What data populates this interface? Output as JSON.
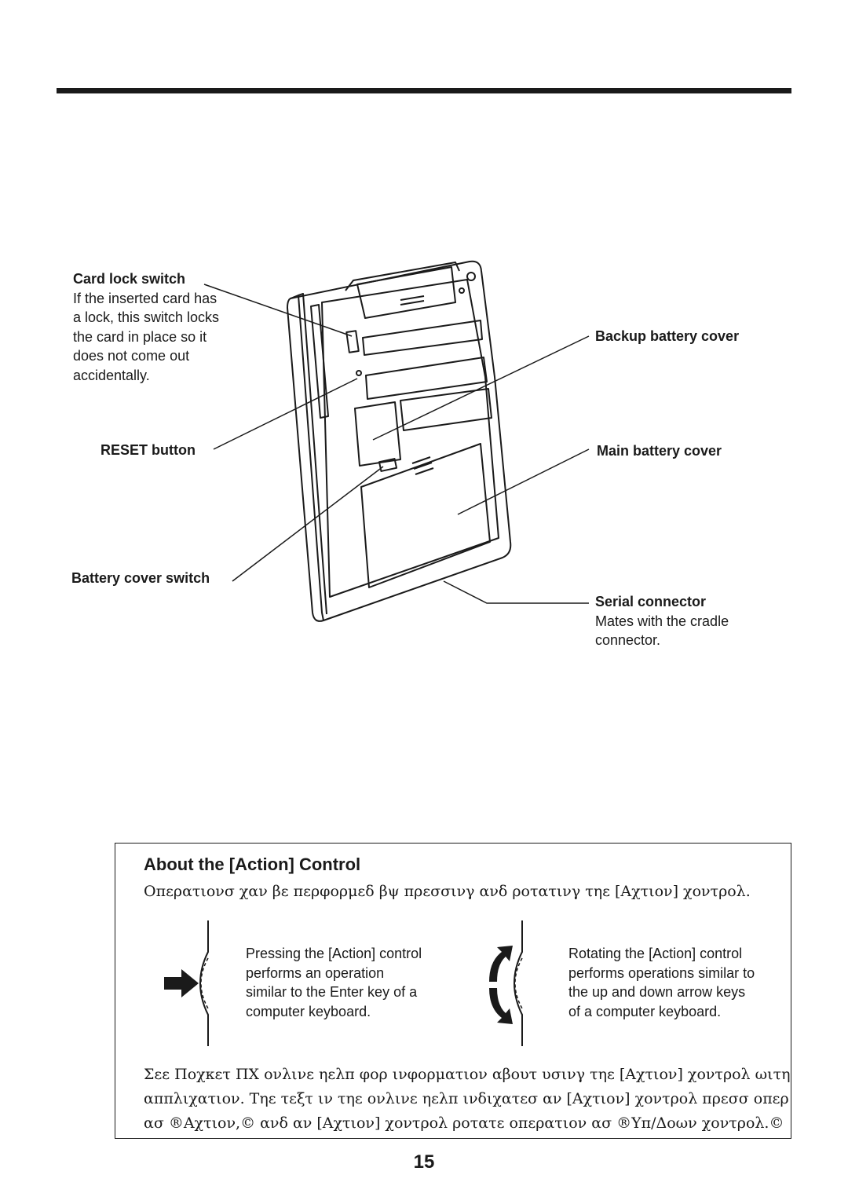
{
  "callouts": {
    "card_lock": {
      "title": "Card lock switch",
      "lines": [
        "If the inserted card has",
        "a lock, this switch locks",
        "the card in place so it",
        "does not come out",
        "accidentally."
      ]
    },
    "reset": {
      "title": "RESET button"
    },
    "battery_switch": {
      "title": "Battery cover switch"
    },
    "backup_battery": {
      "title": "Backup battery cover"
    },
    "main_battery": {
      "title": "Main battery cover"
    },
    "serial": {
      "title": "Serial connector",
      "lines": [
        "Mates with the cradle",
        "connector."
      ]
    }
  },
  "action_box": {
    "title": "About the [Action] Control",
    "intro": "Οπερατιονσ χαν βε περφορμεδ βψ πρεσσινγ ανδ ροτατινγ τηε [Αχτιον] χοντρολ.",
    "press_caption": [
      "Pressing the [Action] control",
      "performs an operation",
      "similar to the Enter key of a",
      "computer keyboard."
    ],
    "rotate_caption": [
      "Rotating the [Action] control",
      "performs operations similar to",
      "the up and down arrow keys",
      "of a computer keyboard."
    ],
    "footer": [
      "Σεε Ποχκετ ΠΧ ονλινε ηελπ φορ ινφορματιον αβουτ υσινγ τηε [Αχτιον] χοντρολ ωιτη",
      "αππλιχατιον. Τηε τεξτ ιν τηε ονλινε ηελπ ινδιχατεσ αν [Αχτιον] χοντρολ πρεσσ οπερ",
      "ασ ®Αχτιον,© ανδ αν [Αχτιον] χοντρολ ροτατε οπερατιον ασ ®Υπ/Δοων χοντρολ.©"
    ]
  },
  "page_number": "15"
}
